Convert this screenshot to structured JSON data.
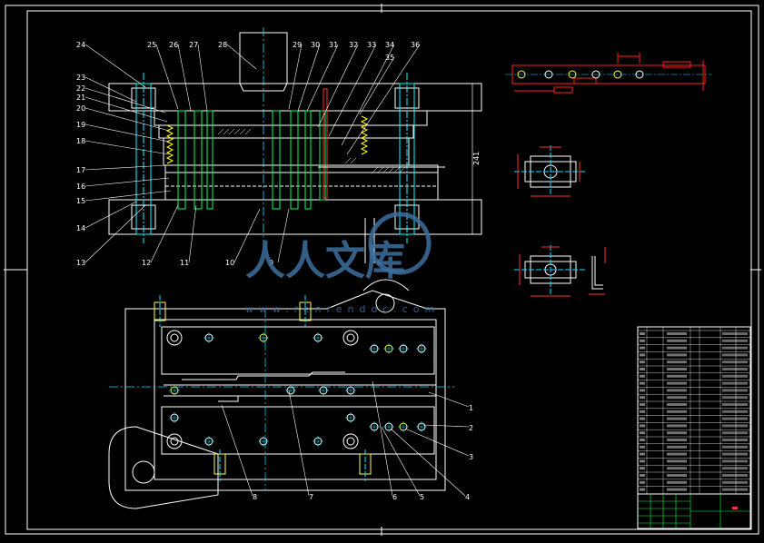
{
  "drawing": {
    "dimension_height": "241",
    "section_callouts": [
      "24",
      "25",
      "26",
      "27",
      "28",
      "29",
      "30",
      "31",
      "32",
      "33",
      "34",
      "35",
      "36",
      "23",
      "22",
      "21",
      "20",
      "19",
      "18",
      "17",
      "16",
      "15",
      "14",
      "13",
      "12",
      "11",
      "10",
      "9"
    ],
    "plan_callouts": [
      "1",
      "2",
      "3",
      "4",
      "5",
      "6",
      "7",
      "8"
    ]
  },
  "watermark": {
    "brand": "人人文库",
    "url": "www.renrendoc.com"
  },
  "colors": {
    "outline": "#ffffff",
    "centerline": "#00e5ff",
    "part": "#00ff66",
    "section": "#00ffff",
    "spring": "#ffff00",
    "dimension": "#ff3030",
    "strip": "#ff2020",
    "hole": "#ffff40",
    "title_block": "#00ff40",
    "watermark": "#3d6f9e"
  }
}
